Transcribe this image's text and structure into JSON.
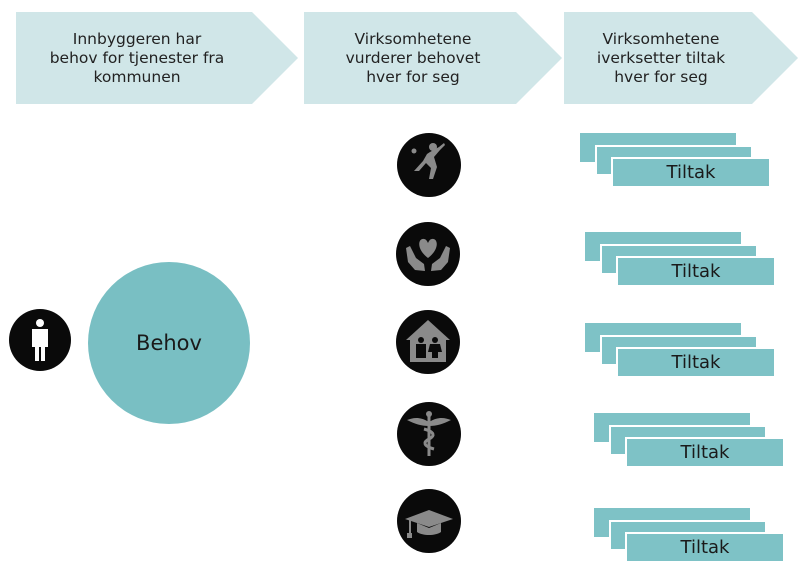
{
  "steps": [
    {
      "label": "Innbyggeren har\nbehov for tjenester fra\nkommunen"
    },
    {
      "label": "Virksomhetene\nvurderer behovet\nhver for seg"
    },
    {
      "label": "Virksomhetene\niverksetter tiltak\nhver for seg"
    }
  ],
  "need": {
    "label": "Behov",
    "person_icon": "person-icon"
  },
  "services": [
    {
      "icon": "soccer-player-icon"
    },
    {
      "icon": "heart-in-hands-icon"
    },
    {
      "icon": "family-house-icon"
    },
    {
      "icon": "caduceus-icon"
    },
    {
      "icon": "graduation-cap-icon"
    }
  ],
  "measures": [
    {
      "label": "Tiltak"
    },
    {
      "label": "Tiltak"
    },
    {
      "label": "Tiltak"
    },
    {
      "label": "Tiltak"
    },
    {
      "label": "Tiltak"
    }
  ],
  "colors": {
    "chevron": "#d0e6e8",
    "circle": "#79bfc3",
    "card": "#7ec2c6",
    "icon_bg": "#0a0a0a",
    "icon_fg": "#8a8a8a"
  }
}
